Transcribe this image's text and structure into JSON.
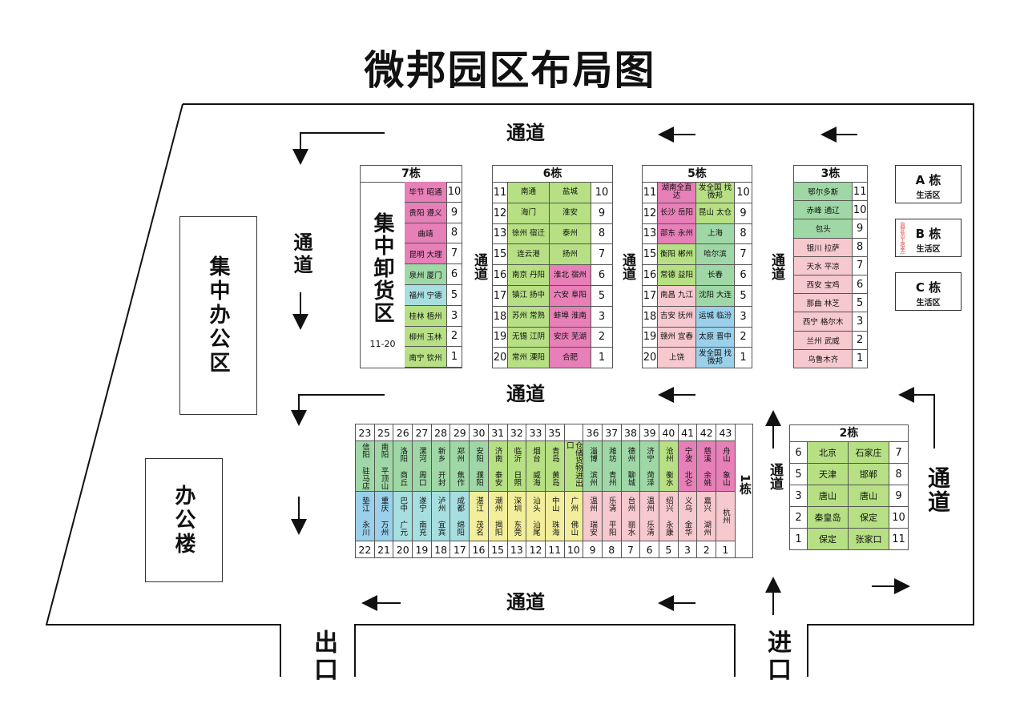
{
  "title": "微邦园区布局图",
  "labels": {
    "channel": "通道",
    "office_center": "集中办公区",
    "office_building": "办公楼",
    "unload_area": "集中卸货区",
    "unload_range": "11-20",
    "exit": "出口",
    "entrance": "进口"
  },
  "living": [
    {
      "name": "A 栋",
      "sub": "生活区"
    },
    {
      "name": "B 栋",
      "sub": "生活区",
      "note": "(园区员工宿舍)"
    },
    {
      "name": "C 栋",
      "sub": "生活区"
    }
  ],
  "b7": {
    "title": "7栋",
    "rows": [
      {
        "n": "10",
        "t": "毕节 昭通",
        "c": "p"
      },
      {
        "n": "9",
        "t": "贵阳 遵义",
        "c": "p"
      },
      {
        "n": "8",
        "t": "曲靖",
        "c": "p"
      },
      {
        "n": "7",
        "t": "昆明 大理",
        "c": "p"
      },
      {
        "n": "6",
        "t": "泉州 厦门",
        "c": "m"
      },
      {
        "n": "5",
        "t": "福州 宁德",
        "c": "c"
      },
      {
        "n": "3",
        "t": "桂林 梧州",
        "c": "g"
      },
      {
        "n": "2",
        "t": "柳州 玉林",
        "c": "g"
      },
      {
        "n": "1",
        "t": "南宁 钦州",
        "c": "g"
      }
    ]
  },
  "b6": {
    "title": "6栋",
    "rows": [
      {
        "l": "11",
        "a": "南通",
        "ac": "g",
        "b": "盐城",
        "bc": "g",
        "r": "10"
      },
      {
        "l": "12",
        "a": "海门",
        "ac": "g",
        "b": "淮安",
        "bc": "g",
        "r": "9"
      },
      {
        "l": "13",
        "a": "徐州 宿迁",
        "ac": "g",
        "b": "泰州",
        "bc": "g",
        "r": "8"
      },
      {
        "l": "15",
        "a": "连云港",
        "ac": "g",
        "b": "扬州",
        "bc": "g",
        "r": "7"
      },
      {
        "l": "16",
        "a": "南京 丹阳",
        "ac": "g",
        "b": "淮北 宿州",
        "bc": "p",
        "r": "6"
      },
      {
        "l": "17",
        "a": "镇江 扬中",
        "ac": "g",
        "b": "六安 阜阳",
        "bc": "p",
        "r": "5"
      },
      {
        "l": "18",
        "a": "苏州 常熟",
        "ac": "g",
        "b": "蚌埠 淮南",
        "bc": "p",
        "r": "3"
      },
      {
        "l": "19",
        "a": "无锡 江阴",
        "ac": "g",
        "b": "安庆 芜湖",
        "bc": "p",
        "r": "2"
      },
      {
        "l": "20",
        "a": "常州 溧阳",
        "ac": "g",
        "b": "合肥",
        "bc": "p",
        "r": "1"
      }
    ]
  },
  "b5": {
    "title": "5栋",
    "rows": [
      {
        "l": "11",
        "a": "湖南全直达",
        "ac": "p",
        "b": "发全国 找微邦",
        "bc": "g",
        "r": "10"
      },
      {
        "l": "12",
        "a": "长沙 岳阳",
        "ac": "p",
        "b": "昆山 太仓",
        "bc": "g",
        "r": "9"
      },
      {
        "l": "13",
        "a": "邵东 永州",
        "ac": "p",
        "b": "上海",
        "bc": "m",
        "r": "8"
      },
      {
        "l": "15",
        "a": "衡阳 郴州",
        "ac": "g",
        "b": "哈尔滨",
        "bc": "m",
        "r": "7"
      },
      {
        "l": "16",
        "a": "常德 益阳",
        "ac": "g",
        "b": "长春",
        "bc": "m",
        "r": "6"
      },
      {
        "l": "17",
        "a": "南昌 九江",
        "ac": "pk",
        "b": "沈阳 大连",
        "bc": "m",
        "r": "5"
      },
      {
        "l": "18",
        "a": "吉安 抚州",
        "ac": "pk",
        "b": "运城 临汾",
        "bc": "lb",
        "r": "3"
      },
      {
        "l": "19",
        "a": "赣州 宜春",
        "ac": "pk",
        "b": "太原 晋中",
        "bc": "lb",
        "r": "2"
      },
      {
        "l": "20",
        "a": "上饶",
        "ac": "pk",
        "b": "发全国 找微邦",
        "bc": "lb",
        "r": "1"
      }
    ]
  },
  "b3": {
    "title": "3栋",
    "rows": [
      {
        "n": "11",
        "t": "鄂尔多斯",
        "c": "m"
      },
      {
        "n": "10",
        "t": "赤峰 通辽",
        "c": "m"
      },
      {
        "n": "9",
        "t": "包头",
        "c": "m"
      },
      {
        "n": "8",
        "t": "银川 拉萨",
        "c": "pk"
      },
      {
        "n": "7",
        "t": "天水 平凉",
        "c": "pk"
      },
      {
        "n": "6",
        "t": "西安 宝鸡",
        "c": "pk"
      },
      {
        "n": "5",
        "t": "那曲 林芝",
        "c": "pk"
      },
      {
        "n": "3",
        "t": "西宁 格尔木",
        "c": "pk"
      },
      {
        "n": "2",
        "t": "兰州 武威",
        "c": "pk"
      },
      {
        "n": "1",
        "t": "乌鲁木齐",
        "c": "pk"
      }
    ]
  },
  "b2": {
    "title": "2栋",
    "rows": [
      {
        "l": "6",
        "a": "北京",
        "b": "石家庄",
        "r": "7"
      },
      {
        "l": "5",
        "a": "天津",
        "b": "邯郸",
        "r": "8"
      },
      {
        "l": "3",
        "a": "唐山",
        "b": "唐山",
        "r": "9"
      },
      {
        "l": "2",
        "a": "秦皇岛",
        "b": "保定",
        "r": "10"
      },
      {
        "l": "1",
        "a": "保定",
        "b": "张家口",
        "r": "11"
      }
    ]
  },
  "b1": {
    "title": "1栋",
    "top_nums": [
      "23",
      "25",
      "26",
      "27",
      "28",
      "29",
      "30",
      "31",
      "32",
      "33",
      "35",
      "",
      "36",
      "37",
      "38",
      "39",
      "40",
      "41",
      "42",
      "43"
    ],
    "top_cells": [
      {
        "t": "信阳 驻马店",
        "c": "m"
      },
      {
        "t": "南阳 平顶山",
        "c": "m"
      },
      {
        "t": "洛阳 商丘",
        "c": "m"
      },
      {
        "t": "漯河 周口",
        "c": "m"
      },
      {
        "t": "新乡 开封",
        "c": "m"
      },
      {
        "t": "郑州 焦作",
        "c": "m"
      },
      {
        "t": "安阳 濮阳",
        "c": "m"
      },
      {
        "t": "济南 泰安",
        "c": "g"
      },
      {
        "t": "临沂 日照",
        "c": "g"
      },
      {
        "t": "烟台 威海",
        "c": "g"
      },
      {
        "t": "青岛 黄岛",
        "c": "g"
      },
      {
        "t": "仓储货物进出口",
        "c": "g"
      },
      {
        "t": "淄博 滨州",
        "c": "m"
      },
      {
        "t": "潍坊 青州",
        "c": "m"
      },
      {
        "t": "德州 聊城",
        "c": "m"
      },
      {
        "t": "济宁 菏泽",
        "c": "m"
      },
      {
        "t": "沧州 衡水",
        "c": "g"
      },
      {
        "t": "宁波 北仑",
        "c": "p"
      },
      {
        "t": "慈溪 余姚",
        "c": "p"
      },
      {
        "t": "舟山 象山",
        "c": "p"
      }
    ],
    "bot_cells": [
      {
        "t": "垫江 永川",
        "c": "lb"
      },
      {
        "t": "重庆 万州",
        "c": "lb"
      },
      {
        "t": "巴中 广元",
        "c": "c"
      },
      {
        "t": "遂宁 南充",
        "c": "c"
      },
      {
        "t": "泸州 宜宾",
        "c": "c"
      },
      {
        "t": "成都 绵阳",
        "c": "c"
      },
      {
        "t": "湛江 茂名",
        "c": "y"
      },
      {
        "t": "潮州 揭阳",
        "c": "y"
      },
      {
        "t": "深圳 东莞",
        "c": "y"
      },
      {
        "t": "汕头 汕尾",
        "c": "y"
      },
      {
        "t": "中山 珠海",
        "c": "y"
      },
      {
        "t": "广州 佛山",
        "c": "y"
      },
      {
        "t": "温州 瑞安",
        "c": "pk"
      },
      {
        "t": "乐清 平阳",
        "c": "pk"
      },
      {
        "t": "台州 丽水",
        "c": "pk"
      },
      {
        "t": "温州 乐清",
        "c": "pk"
      },
      {
        "t": "绍兴 永康",
        "c": "pk"
      },
      {
        "t": "义乌 金华",
        "c": "pk"
      },
      {
        "t": "嘉兴 湖州",
        "c": "pk"
      },
      {
        "t": "杭州",
        "c": "pk"
      }
    ],
    "bot_nums": [
      "22",
      "21",
      "20",
      "19",
      "18",
      "17",
      "16",
      "15",
      "13",
      "12",
      "11",
      "10",
      "9",
      "8",
      "7",
      "6",
      "5",
      "3",
      "2",
      "1"
    ]
  }
}
